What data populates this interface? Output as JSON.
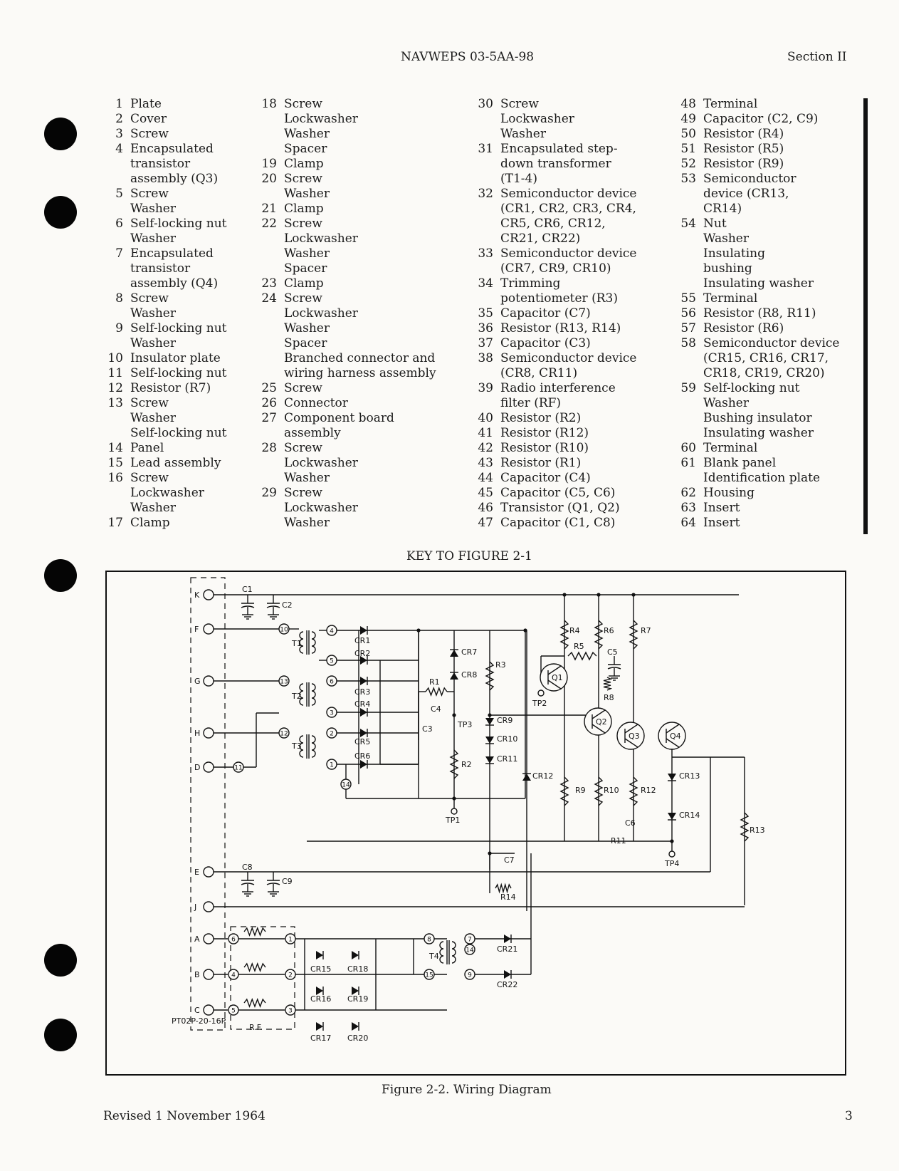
{
  "header": {
    "doc_number": "NAVWEPS 03-5AA-98",
    "section": "Section II"
  },
  "parts_key": {
    "col1": [
      {
        "n": "1",
        "t": "Plate"
      },
      {
        "n": "2",
        "t": "Cover"
      },
      {
        "n": "3",
        "t": "Screw"
      },
      {
        "n": "4",
        "t": "Encapsulated"
      },
      {
        "n": "",
        "t": "transistor"
      },
      {
        "n": "",
        "t": "assembly (Q3)"
      },
      {
        "n": "5",
        "t": "Screw"
      },
      {
        "n": "",
        "t": "Washer"
      },
      {
        "n": "6",
        "t": "Self-locking nut"
      },
      {
        "n": "",
        "t": "Washer"
      },
      {
        "n": "7",
        "t": "Encapsulated"
      },
      {
        "n": "",
        "t": "transistor"
      },
      {
        "n": "",
        "t": "assembly (Q4)"
      },
      {
        "n": "8",
        "t": "Screw"
      },
      {
        "n": "",
        "t": "Washer"
      },
      {
        "n": "9",
        "t": "Self-locking nut"
      },
      {
        "n": "",
        "t": "Washer"
      },
      {
        "n": "10",
        "t": "Insulator plate"
      },
      {
        "n": "11",
        "t": "Self-locking nut"
      },
      {
        "n": "12",
        "t": "Resistor (R7)"
      },
      {
        "n": "13",
        "t": "Screw"
      },
      {
        "n": "",
        "t": "Washer"
      },
      {
        "n": "",
        "t": "Self-locking nut"
      },
      {
        "n": "14",
        "t": "Panel"
      },
      {
        "n": "15",
        "t": "Lead assembly"
      },
      {
        "n": "16",
        "t": "Screw"
      },
      {
        "n": "",
        "t": "Lockwasher"
      },
      {
        "n": "",
        "t": "Washer"
      },
      {
        "n": "17",
        "t": "Clamp"
      }
    ],
    "col2": [
      {
        "n": "18",
        "t": "Screw"
      },
      {
        "n": "",
        "t": "Lockwasher"
      },
      {
        "n": "",
        "t": "Washer"
      },
      {
        "n": "",
        "t": "Spacer"
      },
      {
        "n": "19",
        "t": "Clamp"
      },
      {
        "n": "20",
        "t": "Screw"
      },
      {
        "n": "",
        "t": "Washer"
      },
      {
        "n": "21",
        "t": "Clamp"
      },
      {
        "n": "22",
        "t": "Screw"
      },
      {
        "n": "",
        "t": "Lockwasher"
      },
      {
        "n": "",
        "t": "Washer"
      },
      {
        "n": "",
        "t": "Spacer"
      },
      {
        "n": "23",
        "t": "Clamp"
      },
      {
        "n": "24",
        "t": "Screw"
      },
      {
        "n": "",
        "t": "Lockwasher"
      },
      {
        "n": "",
        "t": "Washer"
      },
      {
        "n": "",
        "t": "Spacer"
      },
      {
        "n": "",
        "t": "Branched connector and"
      },
      {
        "n": "",
        "t": "wiring harness assembly"
      },
      {
        "n": "25",
        "t": "Screw"
      },
      {
        "n": "26",
        "t": "Connector"
      },
      {
        "n": "27",
        "t": "Component board"
      },
      {
        "n": "",
        "t": "assembly"
      },
      {
        "n": "28",
        "t": "Screw"
      },
      {
        "n": "",
        "t": "Lockwasher"
      },
      {
        "n": "",
        "t": "Washer"
      },
      {
        "n": "29",
        "t": "Screw"
      },
      {
        "n": "",
        "t": "Lockwasher"
      },
      {
        "n": "",
        "t": "Washer"
      }
    ],
    "col3": [
      {
        "n": "30",
        "t": "Screw"
      },
      {
        "n": "",
        "t": "Lockwasher"
      },
      {
        "n": "",
        "t": "Washer"
      },
      {
        "n": "31",
        "t": "Encapsulated step-"
      },
      {
        "n": "",
        "t": "down transformer"
      },
      {
        "n": "",
        "t": "(T1-4)"
      },
      {
        "n": "32",
        "t": "Semiconductor device"
      },
      {
        "n": "",
        "t": "(CR1, CR2, CR3, CR4,"
      },
      {
        "n": "",
        "t": "CR5, CR6, CR12,"
      },
      {
        "n": "",
        "t": "CR21, CR22)"
      },
      {
        "n": "33",
        "t": "Semiconductor device"
      },
      {
        "n": "",
        "t": "(CR7, CR9, CR10)"
      },
      {
        "n": "34",
        "t": "Trimming"
      },
      {
        "n": "",
        "t": "potentiometer (R3)"
      },
      {
        "n": "35",
        "t": "Capacitor (C7)"
      },
      {
        "n": "36",
        "t": "Resistor (R13, R14)"
      },
      {
        "n": "37",
        "t": "Capacitor (C3)"
      },
      {
        "n": "38",
        "t": "Semiconductor device"
      },
      {
        "n": "",
        "t": "(CR8, CR11)"
      },
      {
        "n": "39",
        "t": "Radio interference"
      },
      {
        "n": "",
        "t": "filter (RF)"
      },
      {
        "n": "40",
        "t": "Resistor (R2)"
      },
      {
        "n": "41",
        "t": "Resistor (R12)"
      },
      {
        "n": "42",
        "t": "Resistor (R10)"
      },
      {
        "n": "43",
        "t": "Resistor (R1)"
      },
      {
        "n": "44",
        "t": "Capacitor (C4)"
      },
      {
        "n": "45",
        "t": "Capacitor (C5, C6)"
      },
      {
        "n": "46",
        "t": "Transistor (Q1, Q2)"
      },
      {
        "n": "47",
        "t": "Capacitor (C1, C8)"
      }
    ],
    "col4": [
      {
        "n": "48",
        "t": "Terminal"
      },
      {
        "n": "49",
        "t": "Capacitor (C2, C9)"
      },
      {
        "n": "50",
        "t": "Resistor (R4)"
      },
      {
        "n": "51",
        "t": "Resistor (R5)"
      },
      {
        "n": "52",
        "t": "Resistor (R9)"
      },
      {
        "n": "53",
        "t": "Semiconductor"
      },
      {
        "n": "",
        "t": "device (CR13,"
      },
      {
        "n": "",
        "t": "CR14)"
      },
      {
        "n": "54",
        "t": "Nut"
      },
      {
        "n": "",
        "t": "Washer"
      },
      {
        "n": "",
        "t": "Insulating"
      },
      {
        "n": "",
        "t": "bushing"
      },
      {
        "n": "",
        "t": "Insulating washer"
      },
      {
        "n": "55",
        "t": "Terminal"
      },
      {
        "n": "56",
        "t": "Resistor (R8, R11)"
      },
      {
        "n": "57",
        "t": "Resistor (R6)"
      },
      {
        "n": "58",
        "t": "Semiconductor device"
      },
      {
        "n": "",
        "t": "(CR15, CR16, CR17,"
      },
      {
        "n": "",
        "t": "CR18, CR19, CR20)"
      },
      {
        "n": "59",
        "t": "Self-locking nut"
      },
      {
        "n": "",
        "t": "Washer"
      },
      {
        "n": "",
        "t": "Bushing insulator"
      },
      {
        "n": "",
        "t": "Insulating washer"
      },
      {
        "n": "60",
        "t": "Terminal"
      },
      {
        "n": "61",
        "t": "Blank panel"
      },
      {
        "n": "",
        "t": "Identification plate"
      },
      {
        "n": "62",
        "t": "Housing"
      },
      {
        "n": "63",
        "t": "Insert"
      },
      {
        "n": "64",
        "t": "Insert"
      }
    ]
  },
  "key_title": "KEY TO FIGURE 2-1",
  "diagram": {
    "connector_pins": [
      "K",
      "F",
      "G",
      "H",
      "D",
      "E",
      "J",
      "A",
      "B",
      "C"
    ],
    "connector_label": "PT02P-20-16P",
    "rf_label": "R.F.",
    "transformers": [
      "T1",
      "T2",
      "T3",
      "T4"
    ],
    "terminals": [
      "10",
      "4",
      "5",
      "13",
      "6",
      "3",
      "12",
      "2",
      "11",
      "1",
      "14",
      "8",
      "7",
      "15",
      "9"
    ],
    "rf_terminals": [
      "6",
      "1",
      "4",
      "2",
      "5",
      "3"
    ],
    "components": [
      "C1",
      "C2",
      "C3",
      "C4",
      "C5",
      "C6",
      "C7",
      "C8",
      "C9",
      "R1",
      "R2",
      "R3",
      "R4",
      "R5",
      "R6",
      "R7",
      "R8",
      "R9",
      "R10",
      "R11",
      "R12",
      "R13",
      "R14",
      "Q1",
      "Q2",
      "Q3",
      "Q4",
      "CR1",
      "CR2",
      "CR3",
      "CR4",
      "CR5",
      "CR6",
      "CR7",
      "CR8",
      "CR9",
      "CR10",
      "CR11",
      "CR12",
      "CR13",
      "CR14",
      "CR15",
      "CR16",
      "CR17",
      "CR18",
      "CR19",
      "CR20",
      "CR21",
      "CR22"
    ],
    "test_points": [
      "TP1",
      "TP2",
      "TP3",
      "TP4"
    ]
  },
  "figure_caption": "Figure 2-2.  Wiring Diagram",
  "footer": {
    "revised": "Revised 1 November 1964",
    "page": "3"
  }
}
